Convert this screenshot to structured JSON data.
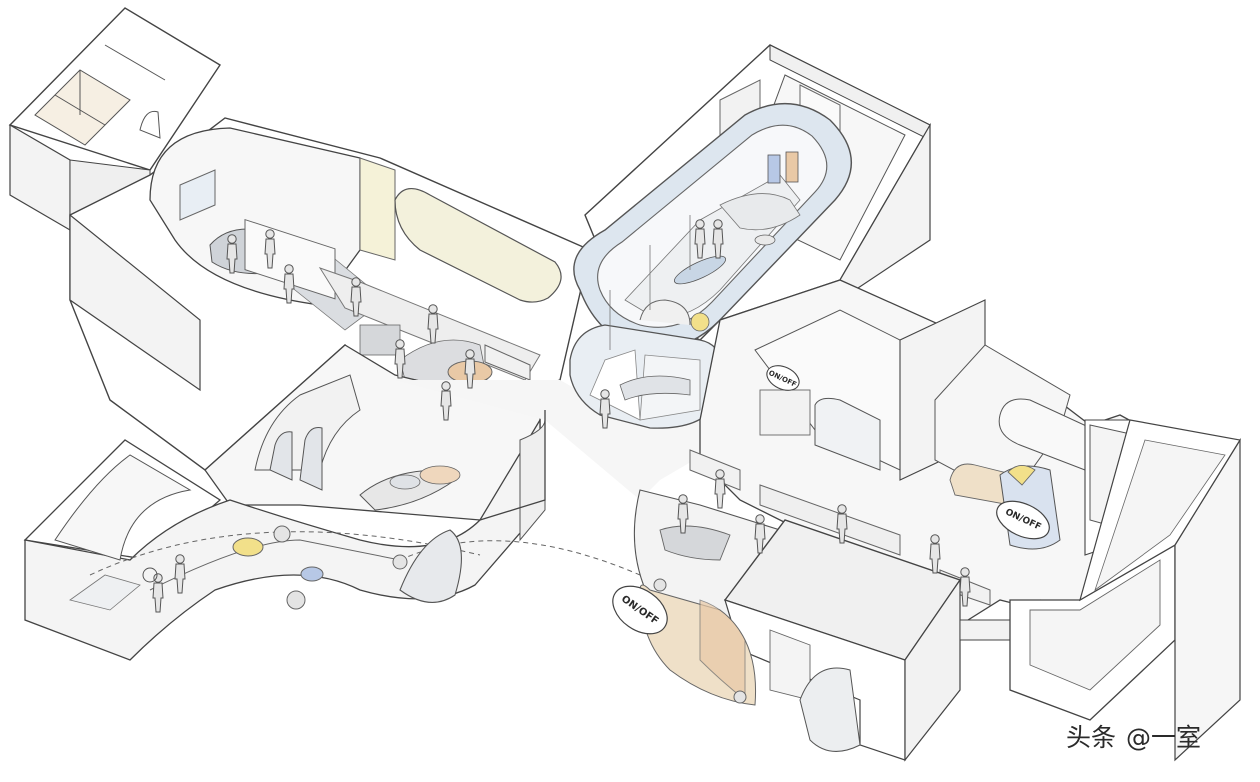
{
  "colors": {
    "wall_top": "#ffffff",
    "wall_side": "#f3f3f3",
    "floor": "#f7f7f7",
    "line": "#444444",
    "grey_zone": "#cfd3d8",
    "yellow_zone": "#f5f2d8",
    "blue_ring": "#c8d6e5",
    "accent_yellow": "#f2e08a",
    "accent_blue": "#b7c8e6",
    "accent_orange": "#e9c9a6",
    "accent_beige": "#efe0c8",
    "figure": "#d9dadc"
  },
  "signs": {
    "sign_top": "ON/OFF",
    "sign_right": "ON/OFF",
    "sign_bottom": "ON/OFF"
  },
  "watermark": {
    "brand": "头条",
    "author": "@一室"
  }
}
